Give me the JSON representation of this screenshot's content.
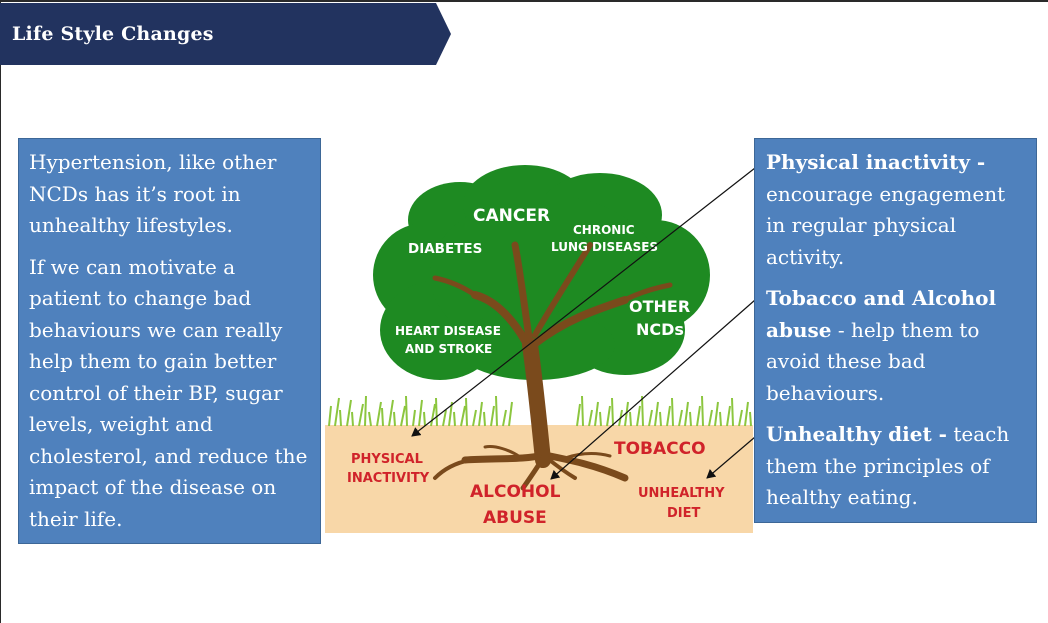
{
  "header": {
    "title": "Life Style Changes"
  },
  "left_box": {
    "para1": "Hypertension, like other NCDs has it’s root in unhealthy lifestyles.",
    "para2": "If we can motivate a patient to change bad behaviours we can really help them to gain better control of their BP, sugar levels, weight and cholesterol, and reduce the impact of the disease on their life."
  },
  "right_box": {
    "items": [
      {
        "heading": "Physical inactivity -",
        "text": " encourage engagement in regular physical activity."
      },
      {
        "heading": "Tobacco and Alcohol abuse",
        "text": " - help them to avoid these bad behaviours."
      },
      {
        "heading": "Unhealthy diet -",
        "text": " teach them the principles of healthy eating."
      }
    ]
  },
  "tree": {
    "canopy": {
      "cancer": "CANCER",
      "chronic_1": "CHRONIC",
      "chronic_2": "LUNG DISEASES",
      "diabetes": "DIABETES",
      "other_1": "OTHER",
      "other_2": "NCDs",
      "heart_1": "HEART DISEASE",
      "heart_2": "AND STROKE"
    },
    "roots": {
      "physical_1": "PHYSICAL",
      "physical_2": "INACTIVITY",
      "alcohol_1": "ALCOHOL",
      "alcohol_2": "ABUSE",
      "tobacco": "TOBACCO",
      "diet_1": "UNHEALTHY",
      "diet_2": "DIET"
    }
  },
  "colors": {
    "banner": "#22335f",
    "box": "#4f81bd",
    "canopy": "#1e8a22",
    "trunk": "#7a4a1c",
    "soil": "#f8d7a8",
    "grass": "#8cc63f",
    "root_label": "#d0232a"
  }
}
